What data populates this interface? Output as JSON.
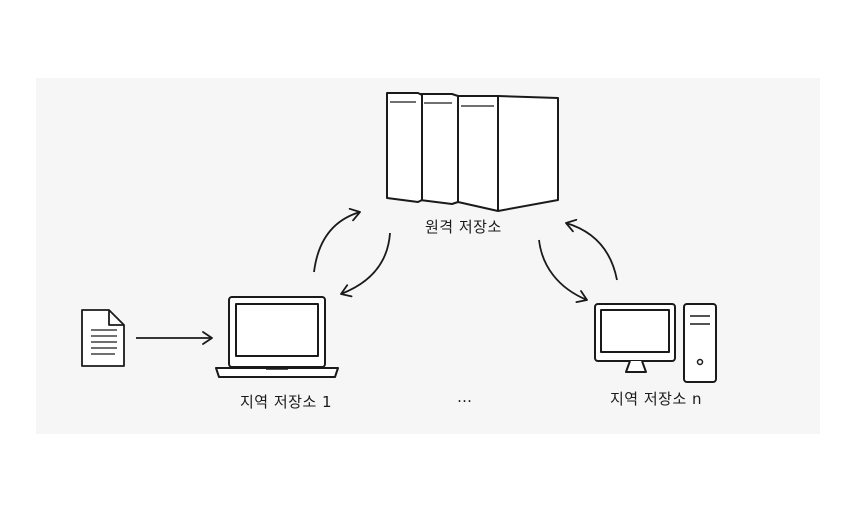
{
  "diagram": {
    "remote_label": "원격 저장소",
    "local_1_label": "지역 저장소 1",
    "ellipsis": "…",
    "local_n_label": "지역 저장소 n"
  },
  "colors": {
    "line": "#1a1a1a",
    "panel": "#f6f6f6",
    "paper": "#ffffff"
  },
  "icons": [
    "document-icon",
    "server-rack-icon",
    "laptop-icon",
    "desktop-computer-icon",
    "arrow-icon"
  ]
}
